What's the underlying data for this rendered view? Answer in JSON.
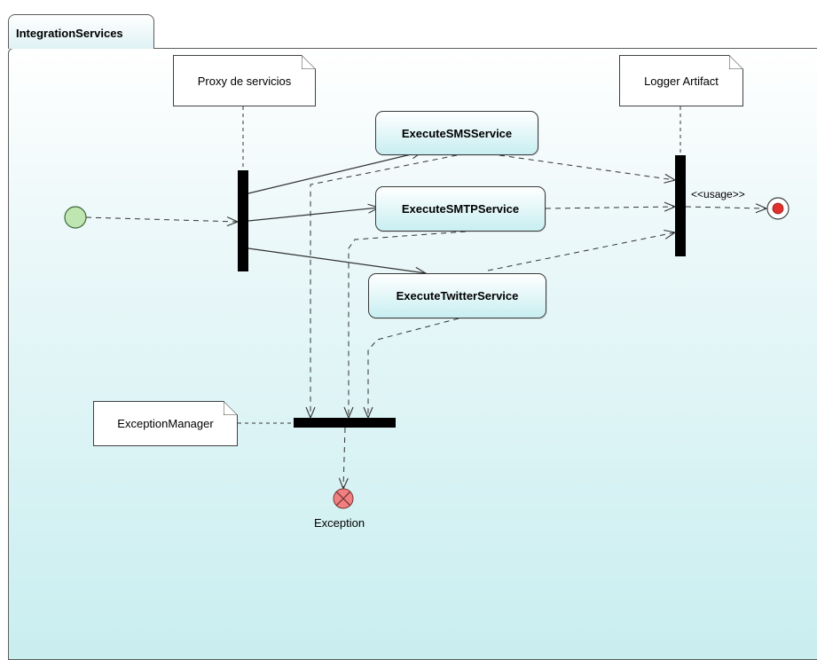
{
  "package": {
    "title": "IntegrationServices"
  },
  "notes": {
    "proxy": "Proxy de servicios",
    "logger": "Logger Artifact",
    "exception_manager": "ExceptionManager"
  },
  "actions": {
    "sms": "ExecuteSMSService",
    "smtp": "ExecuteSMTPService",
    "twitter": "ExecuteTwitterService"
  },
  "labels": {
    "usage": "<<usage>>",
    "exception": "Exception"
  },
  "colors": {
    "initial_fill": "#bfe6b0",
    "final_fill": "#e0302c",
    "exception_fill": "#f08080",
    "background_bottom": "#c9eef0"
  }
}
